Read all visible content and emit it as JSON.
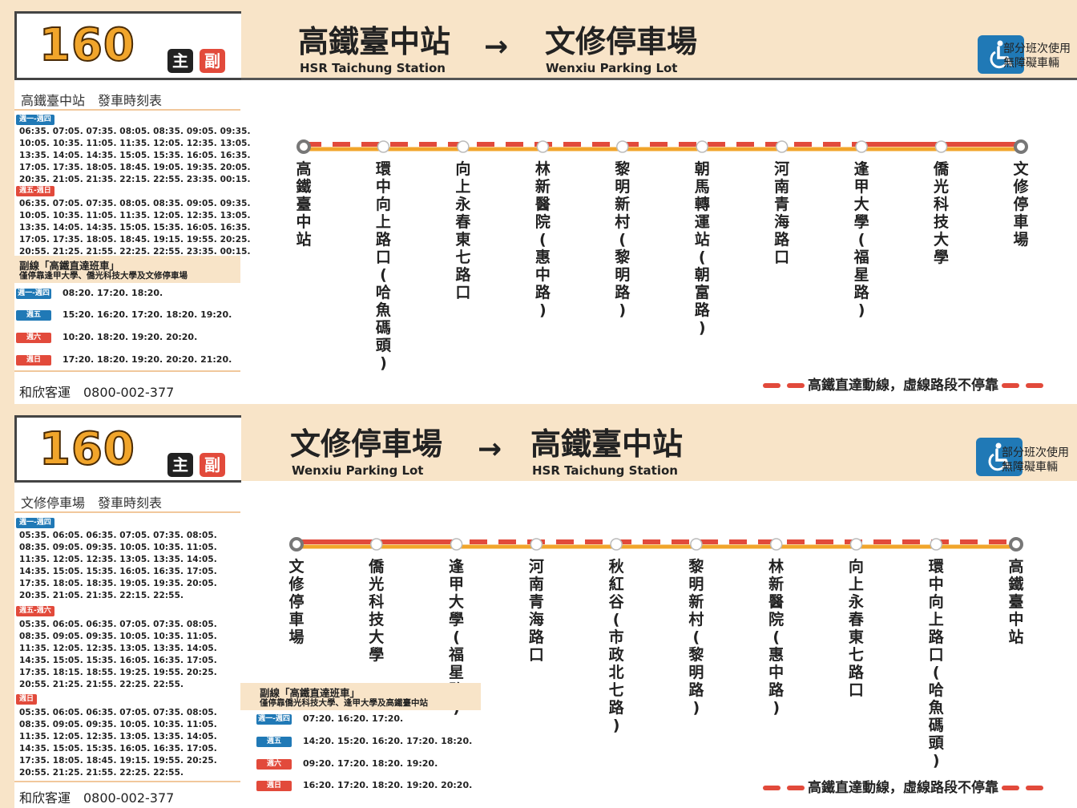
{
  "route_number": "160",
  "badge_main": "主",
  "badge_sub": "副",
  "accessibility_text": [
    "部分班次使用",
    "無障礙車輛"
  ],
  "legend_text": "高鐵直達動線，虛線路段不停靠",
  "operator": "和欣客運　0800-002-377",
  "colors": {
    "accent_orange": "#f1a52b",
    "line_red": "#e24a3b",
    "band": "#f8e4c8",
    "blue": "#2079b6"
  },
  "outbound": {
    "from": "高鐵臺中站",
    "from_en": "HSR Taichung Station",
    "to": "文修停車場",
    "to_en": "Wenxiu Parking Lot",
    "arrow": "→",
    "schedule_title": "高鐵臺中站　發車時刻表",
    "weekday_label": "週一-週四",
    "weekday_times": "06:35. 07:05. 07:35. 08:05. 08:35. 09:05. 09:35.\n10:05. 10:35. 11:05. 11:35. 12:05. 12:35. 13:05.\n13:35. 14:05. 14:35. 15:05. 15:35. 16:05. 16:35.\n17:05. 17:35. 18:05. 18:45. 19:05. 19:35. 20:05.\n20:35. 21:05. 21:35. 22:15. 22:55. 23:35. 00:15.",
    "weekend_label": "週五-週日",
    "weekend_times": "06:35. 07:05. 07:35. 08:05. 08:35. 09:05. 09:35.\n10:05. 10:35. 11:05. 11:35. 12:05. 12:35. 13:05.\n13:35. 14:05. 14:35. 15:05. 15:35. 16:05. 16:35.\n17:05. 17:35. 18:05. 18:45. 19:15. 19:55. 20:25.\n20:55. 21:25. 21:55. 22:25. 22:55. 23:35. 00:15.",
    "sub_line_title": "副線「高鐵直達班車」",
    "sub_line_desc": "僅停靠逢甲大學、僑光科技大學及文修停車場",
    "sub_schedule": [
      {
        "day": "週一-週四",
        "times": "08:20. 17:20. 18:20."
      },
      {
        "day": "週五",
        "times": "15:20. 16:20. 17:20. 18:20. 19:20."
      },
      {
        "day": "週六",
        "times": "10:20. 18:20. 19:20. 20:20."
      },
      {
        "day": "週日",
        "times": "17:20. 18:20. 19:20. 20:20. 21:20."
      }
    ],
    "stops": [
      "高鐵臺中站",
      "環中向上路口(哈魚碼頭)",
      "向上永春東七路口",
      "林新醫院(惠中路)",
      "黎明新村(黎明路)",
      "朝馬轉運站(朝富路)",
      "河南青海路口",
      "逢甲大學(福星路)",
      "僑光科技大學",
      "文修停車場"
    ]
  },
  "inbound": {
    "from": "文修停車場",
    "from_en": "Wenxiu Parking Lot",
    "to": "高鐵臺中站",
    "to_en": "HSR Taichung Station",
    "arrow": "→",
    "schedule_title": "文修停車場　發車時刻表",
    "weekday_label": "週一-週四",
    "weekday_times": "05:35. 06:05. 06:35. 07:05. 07:35. 08:05.\n08:35. 09:05. 09:35. 10:05. 10:35. 11:05.\n11:35. 12:05. 12:35. 13:05. 13:35. 14:05.\n14:35. 15:05. 15:35. 16:05. 16:35. 17:05.\n17:35. 18:05. 18:35. 19:05. 19:35. 20:05.\n20:35. 21:05. 21:35. 22:15. 22:55.",
    "fri_sat_label": "週五-週六",
    "fri_sat_times": "05:35. 06:05. 06:35. 07:05. 07:35. 08:05.\n08:35. 09:05. 09:35. 10:05. 10:35. 11:05.\n11:35. 12:05. 12:35. 13:05. 13:35. 14:05.\n14:35. 15:05. 15:35. 16:05. 16:35. 17:05.\n17:35. 18:15. 18:55. 19:25. 19:55. 20:25.\n20:55. 21:25. 21:55. 22:25. 22:55.",
    "sun_label": "週日",
    "sun_times": "05:35. 06:05. 06:35. 07:05. 07:35. 08:05.\n08:35. 09:05. 09:35. 10:05. 10:35. 11:05.\n11:35. 12:05. 12:35. 13:05. 13:35. 14:05.\n14:35. 15:05. 15:35. 16:05. 16:35. 17:05.\n17:35. 18:05. 18:45. 19:15. 19:55. 20:25.\n20:55. 21:25. 21:55. 22:25. 22:55.",
    "sub_line_title": "副線「高鐵直達班車」",
    "sub_line_desc": "僅停靠僑光科技大學、逢甲大學及高鐵臺中站",
    "sub_schedule": [
      {
        "day": "週一-週四",
        "times": "07:20. 16:20. 17:20."
      },
      {
        "day": "週五",
        "times": "14:20. 15:20. 16:20. 17:20. 18:20."
      },
      {
        "day": "週六",
        "times": "09:20. 17:20. 18:20. 19:20."
      },
      {
        "day": "週日",
        "times": "16:20. 17:20. 18:20. 19:20. 20:20."
      }
    ],
    "stops": [
      "文修停車場",
      "僑光科技大學",
      "逢甲大學(福星路)",
      "河南青海路口",
      "秋紅谷(市政北七路)",
      "黎明新村(黎明路)",
      "林新醫院(惠中路)",
      "向上永春東七路口",
      "環中向上路口(哈魚碼頭)",
      "高鐵臺中站"
    ]
  }
}
